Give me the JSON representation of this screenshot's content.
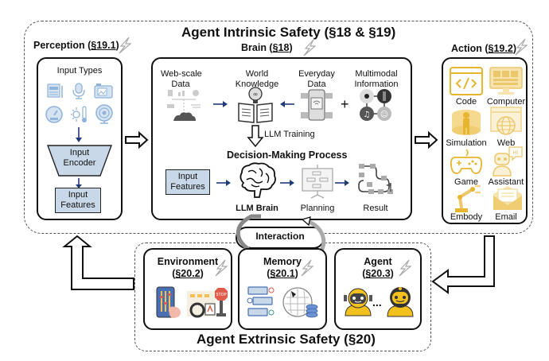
{
  "diagram": {
    "intrinsic_title": "Agent Intrinsic Safety (§18 & §19)",
    "extrinsic_title": "Agent Extrinsic Safety (§20)",
    "perception": {
      "title": "Perception (",
      "section": "§19.1",
      "close": ")",
      "input_types_label": "Input Types",
      "input_icons": [
        "document-icon",
        "microphone-icon",
        "camera-icon",
        "gauge-icon",
        "thermometer-icon",
        "radar-icon"
      ],
      "encoder_line1": "Input",
      "encoder_line2": "Encoder",
      "features_line1": "Input",
      "features_line2": "Features"
    },
    "brain": {
      "title": "Brain (",
      "section": "§18",
      "close": ")",
      "sources": [
        {
          "line1": "Web-scale",
          "line2": "Data",
          "icon": "web-data-icon"
        },
        {
          "line1": "World",
          "line2": "Knowledge",
          "icon": "book-lightbulb-icon"
        },
        {
          "line1": "Everyday",
          "line2": "Data",
          "icon": "smartphone-icon"
        },
        {
          "line1": "Multimodal",
          "line2": "Information",
          "icon": "multimodal-icon"
        }
      ],
      "plus": "+",
      "training_label": "LLM Training",
      "process_title": "Decision-Making Process",
      "features_line1": "Input",
      "features_line2": "Features",
      "llm_brain_label": "LLM Brain",
      "planning_label": "Planning",
      "result_label": "Result"
    },
    "action": {
      "title": "Action (",
      "section": "§19.2",
      "close": ")",
      "items": [
        {
          "label": "Code",
          "icon": "code-icon"
        },
        {
          "label": "Computer",
          "icon": "computer-icon"
        },
        {
          "label": "Simulation",
          "icon": "simulation-icon"
        },
        {
          "label": "Web",
          "icon": "globe-icon"
        },
        {
          "label": "Game",
          "icon": "gamepad-icon"
        },
        {
          "label": "Assistant",
          "icon": "assistant-robot-icon"
        },
        {
          "label": "Embody",
          "icon": "robot-arm-icon"
        },
        {
          "label": "Email",
          "icon": "envelope-icon"
        }
      ]
    },
    "interaction_label": "Interaction",
    "environment": {
      "title": "Environment",
      "section": "§20.2"
    },
    "memory": {
      "title": "Memory",
      "section": "§20.1"
    },
    "agent": {
      "title": "Agent",
      "section": "§20.3",
      "ellipsis": "..."
    },
    "colors": {
      "action_gold": "#e8b530",
      "perception_blue": "#8fb3da",
      "feature_fill": "#c9d8e8",
      "arrow_navy": "#1f3b7a"
    }
  }
}
